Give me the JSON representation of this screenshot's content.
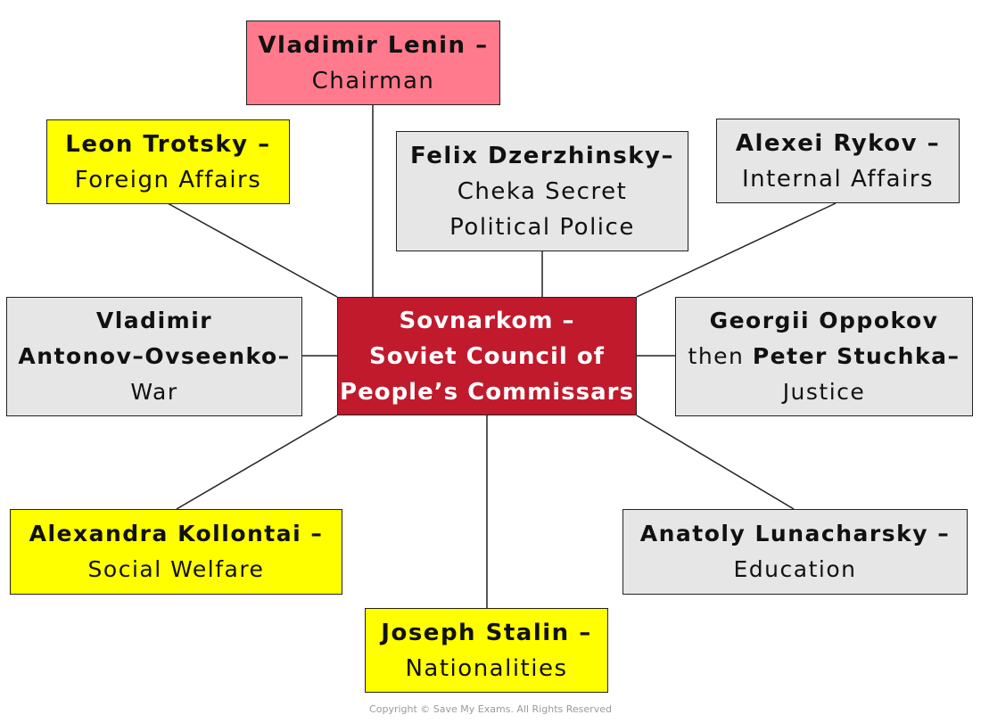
{
  "center": {
    "line1": "Sovnarkom –",
    "line2": "Soviet Council of",
    "line3": "People’s Commissars"
  },
  "nodes": {
    "lenin": {
      "name": "Vladimir Lenin –",
      "role": "Chairman"
    },
    "trotsky": {
      "name": "Leon Trotsky –",
      "role": "Foreign Affairs"
    },
    "dzerzhinsky": {
      "name": "Felix Dzerzhinsky–",
      "role1": "Cheka Secret",
      "role2": "Political Police"
    },
    "rykov": {
      "name": "Alexei Rykov –",
      "role": "Internal Affairs"
    },
    "antonov": {
      "name1": "Vladimir",
      "name2": "Antonov–Ovseenko–",
      "role": "War"
    },
    "oppokov": {
      "name": "Georgii Oppokov",
      "then": "then ",
      "name2": "Peter Stuchka–",
      "role": "Justice"
    },
    "kollontai": {
      "name": "Alexandra Kollontai –",
      "role": "Social Welfare"
    },
    "lunacharsky": {
      "name": "Anatoly Lunacharsky –",
      "role": "Education"
    },
    "stalin": {
      "name": "Joseph Stalin –",
      "role": "Nationalities"
    }
  },
  "colors": {
    "center": "#c01a2c",
    "chairman": "#ff7a8c",
    "highlight": "#ffff00",
    "neutral": "#e6e6e6"
  },
  "copyright": "Copyright © Save My Exams. All Rights Reserved"
}
